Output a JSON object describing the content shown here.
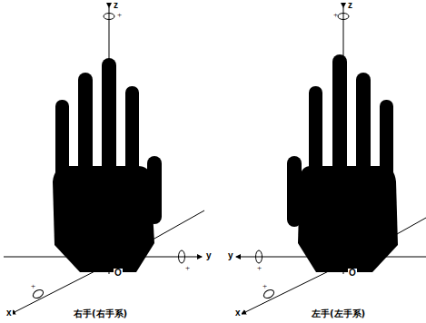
{
  "diagram": {
    "labels": [
      "z",
      "+",
      "y",
      "+",
      "x",
      "+",
      "O",
      "右手(右手系)",
      "z",
      "+",
      "y",
      "+",
      "x",
      "+",
      "O",
      "左手(左手系)"
    ]
  }
}
